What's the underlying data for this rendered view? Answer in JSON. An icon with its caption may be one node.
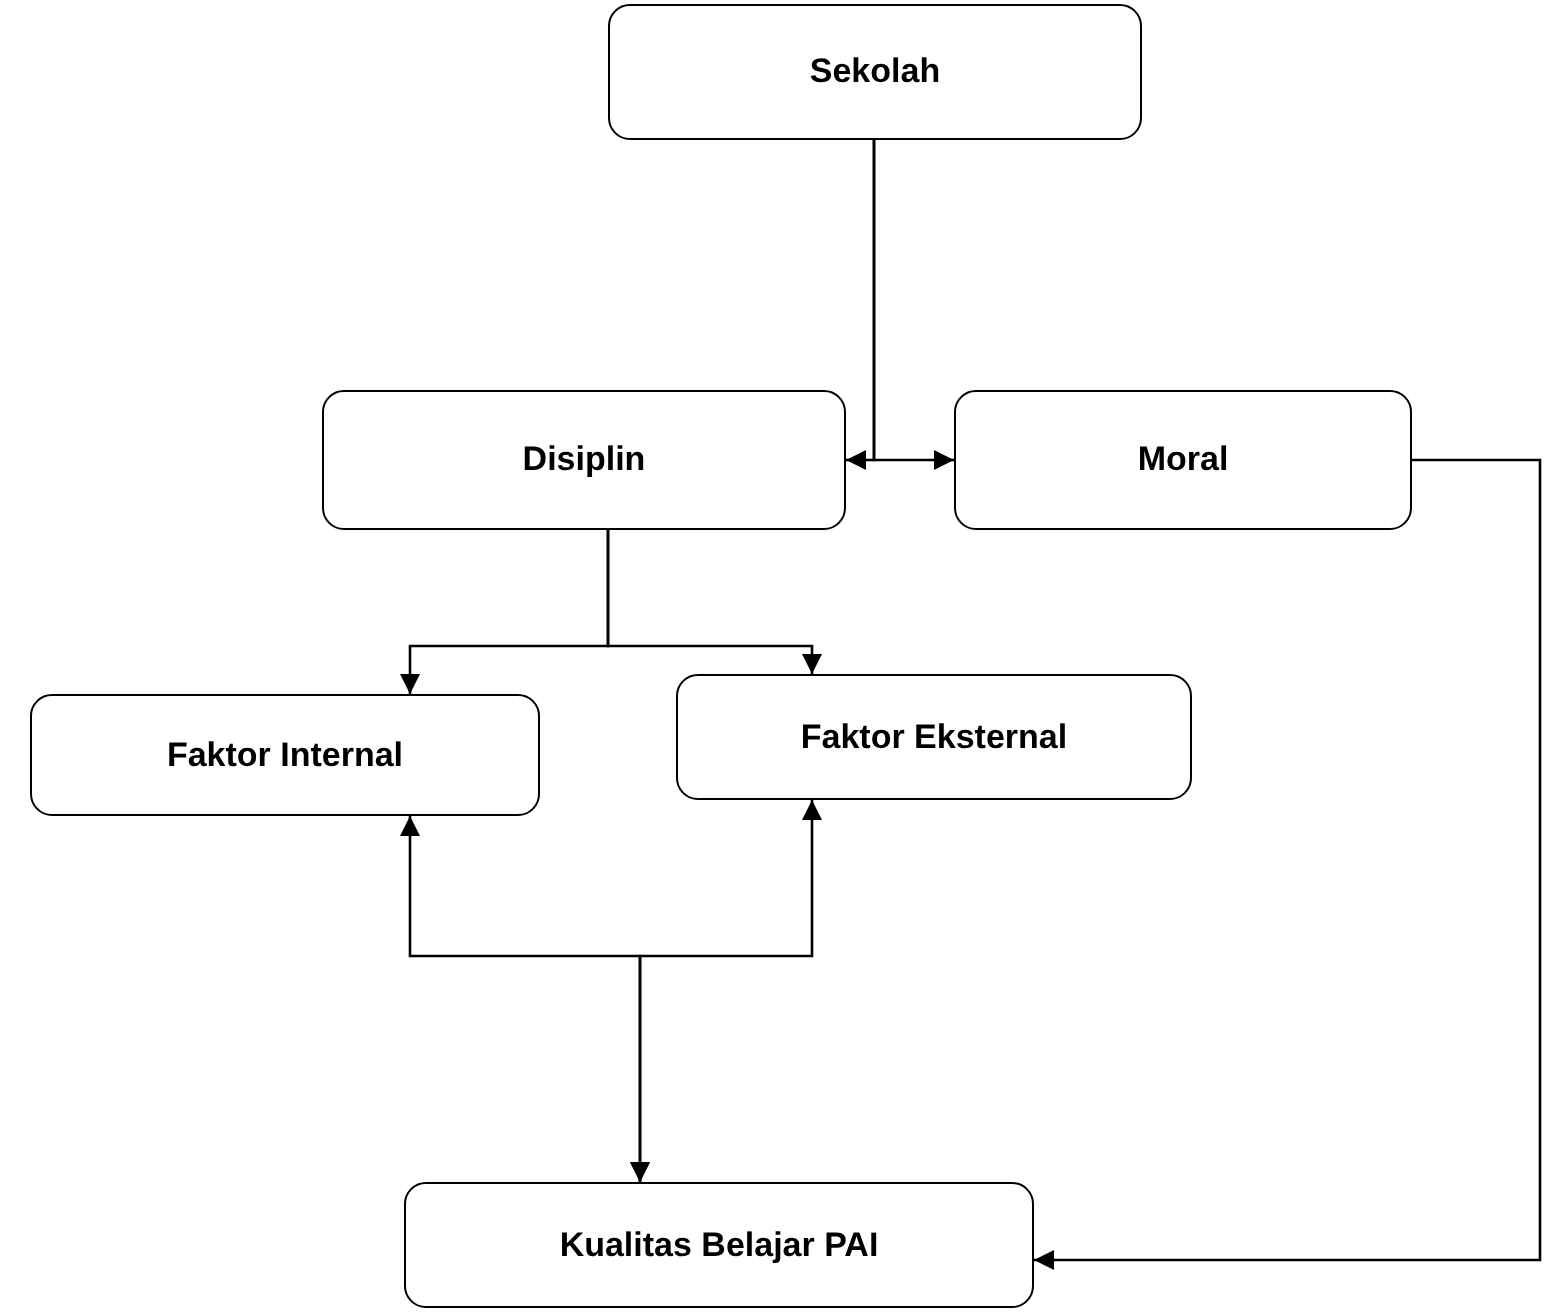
{
  "diagram": {
    "nodes": [
      {
        "text": [
          "Sekolah"
        ]
      },
      {
        "text": [
          "Disiplin"
        ]
      },
      {
        "text": [
          "Moral"
        ]
      },
      {
        "text": [
          "Faktor Internal"
        ]
      },
      {
        "text": [
          "Faktor Eksternal"
        ]
      },
      {
        "text": [
          "Kualitas Belajar PAI"
        ]
      }
    ],
    "edges": [
      {
        "from": 0,
        "to": 1,
        "arrow": "to"
      },
      {
        "from": 0,
        "to": 2,
        "arrow": "to"
      },
      {
        "from": 1,
        "to": 3,
        "arrow": "to"
      },
      {
        "from": 1,
        "to": 4,
        "arrow": "to"
      },
      {
        "from": 5,
        "to": 3,
        "arrow": "both"
      },
      {
        "from": 5,
        "to": 4,
        "arrow": "both"
      },
      {
        "from": 2,
        "to": 5,
        "arrow": "to"
      }
    ]
  }
}
